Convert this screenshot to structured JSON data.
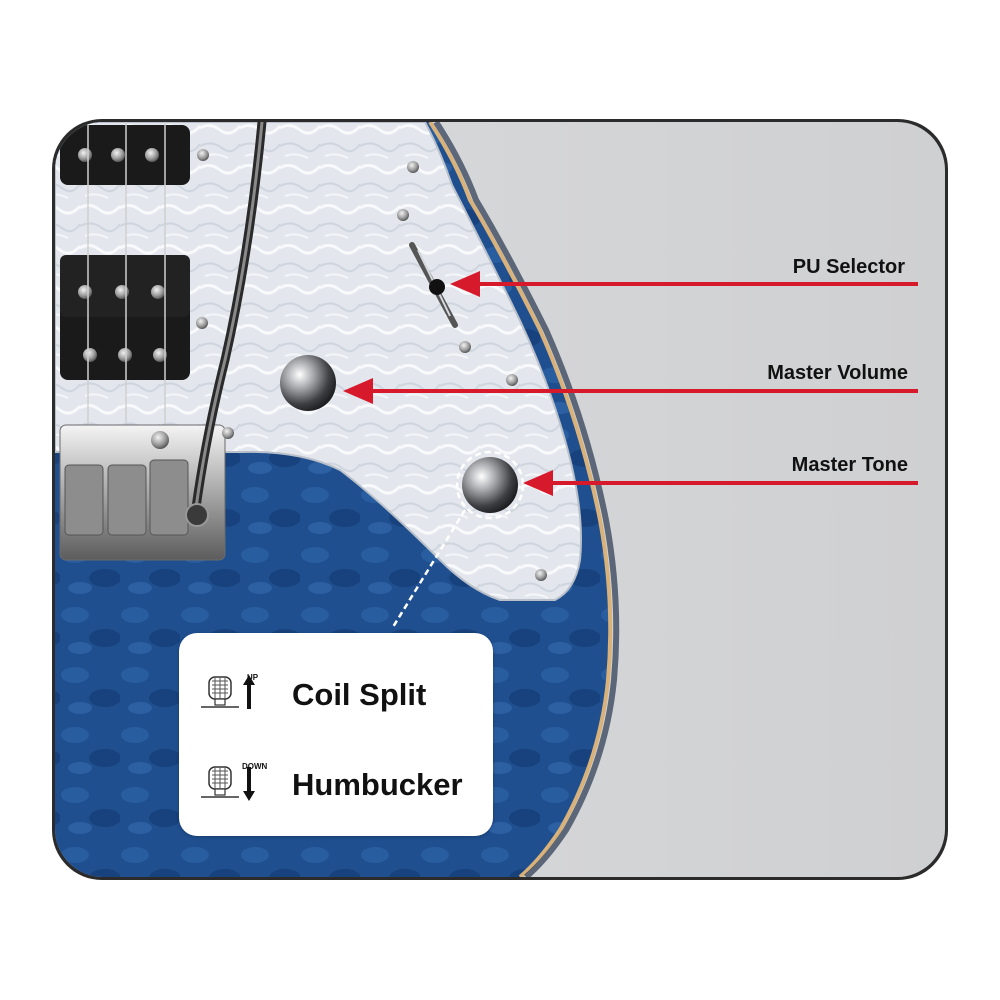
{
  "callouts": {
    "pu_selector": "PU Selector",
    "master_volume": "Master Volume",
    "master_tone": "Master Tone"
  },
  "legend": {
    "up_direction": "UP",
    "up_label": "Coil Split",
    "down_direction": "DOWN",
    "down_label": "Humbucker"
  },
  "colors": {
    "arrow": "#d7192c",
    "body_blue": "#1f4f8f",
    "pickguard": "#e4e8ee",
    "background_gray": "#cfd0d2",
    "frame": "#2b2b2b"
  }
}
